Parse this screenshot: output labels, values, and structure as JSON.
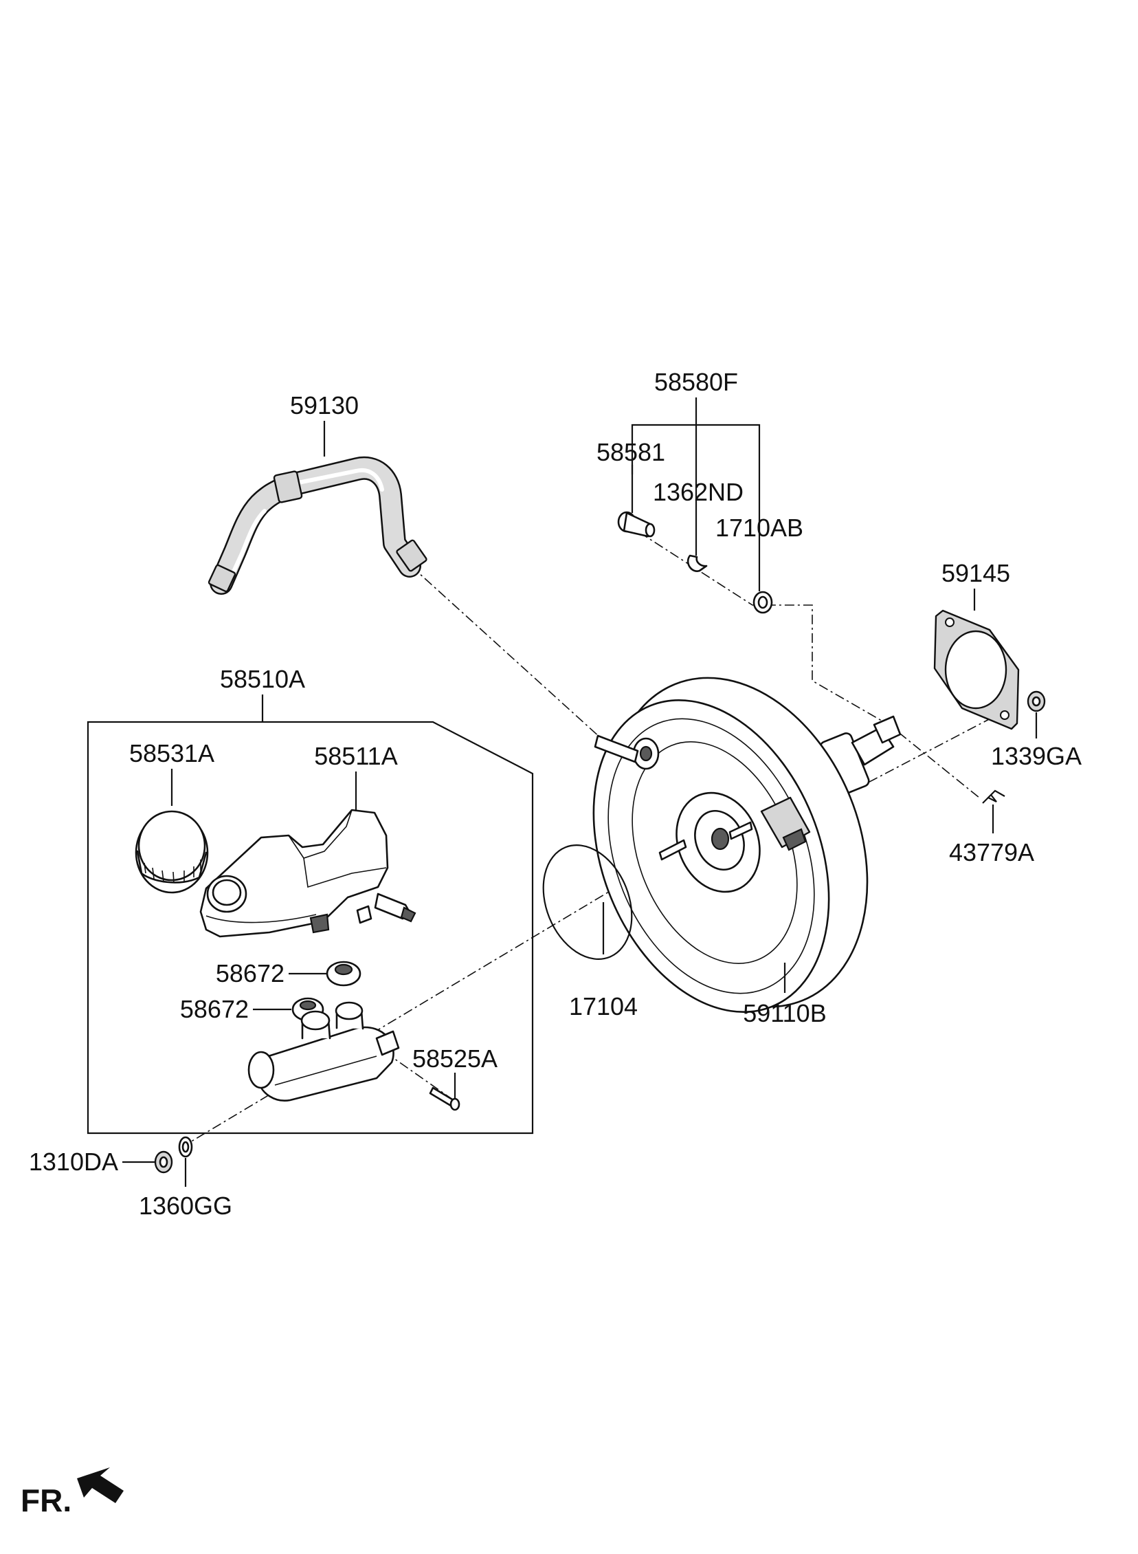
{
  "labels": {
    "p59130": "59130",
    "p58580F": "58580F",
    "p58581": "58581",
    "p1362ND": "1362ND",
    "p1710AB": "1710AB",
    "p59145": "59145",
    "p1339GA": "1339GA",
    "p43779A": "43779A",
    "p58510A": "58510A",
    "p58531A": "58531A",
    "p58511A": "58511A",
    "p58672_upper": "58672",
    "p58672_lower": "58672",
    "p58525A": "58525A",
    "p17104": "17104",
    "p59110B": "59110B",
    "p1310DA": "1310DA",
    "p1360GG": "1360GG"
  },
  "orientation": {
    "front_label": "FR."
  },
  "icons": {
    "front_arrow": "arrow-left-down-icon"
  }
}
